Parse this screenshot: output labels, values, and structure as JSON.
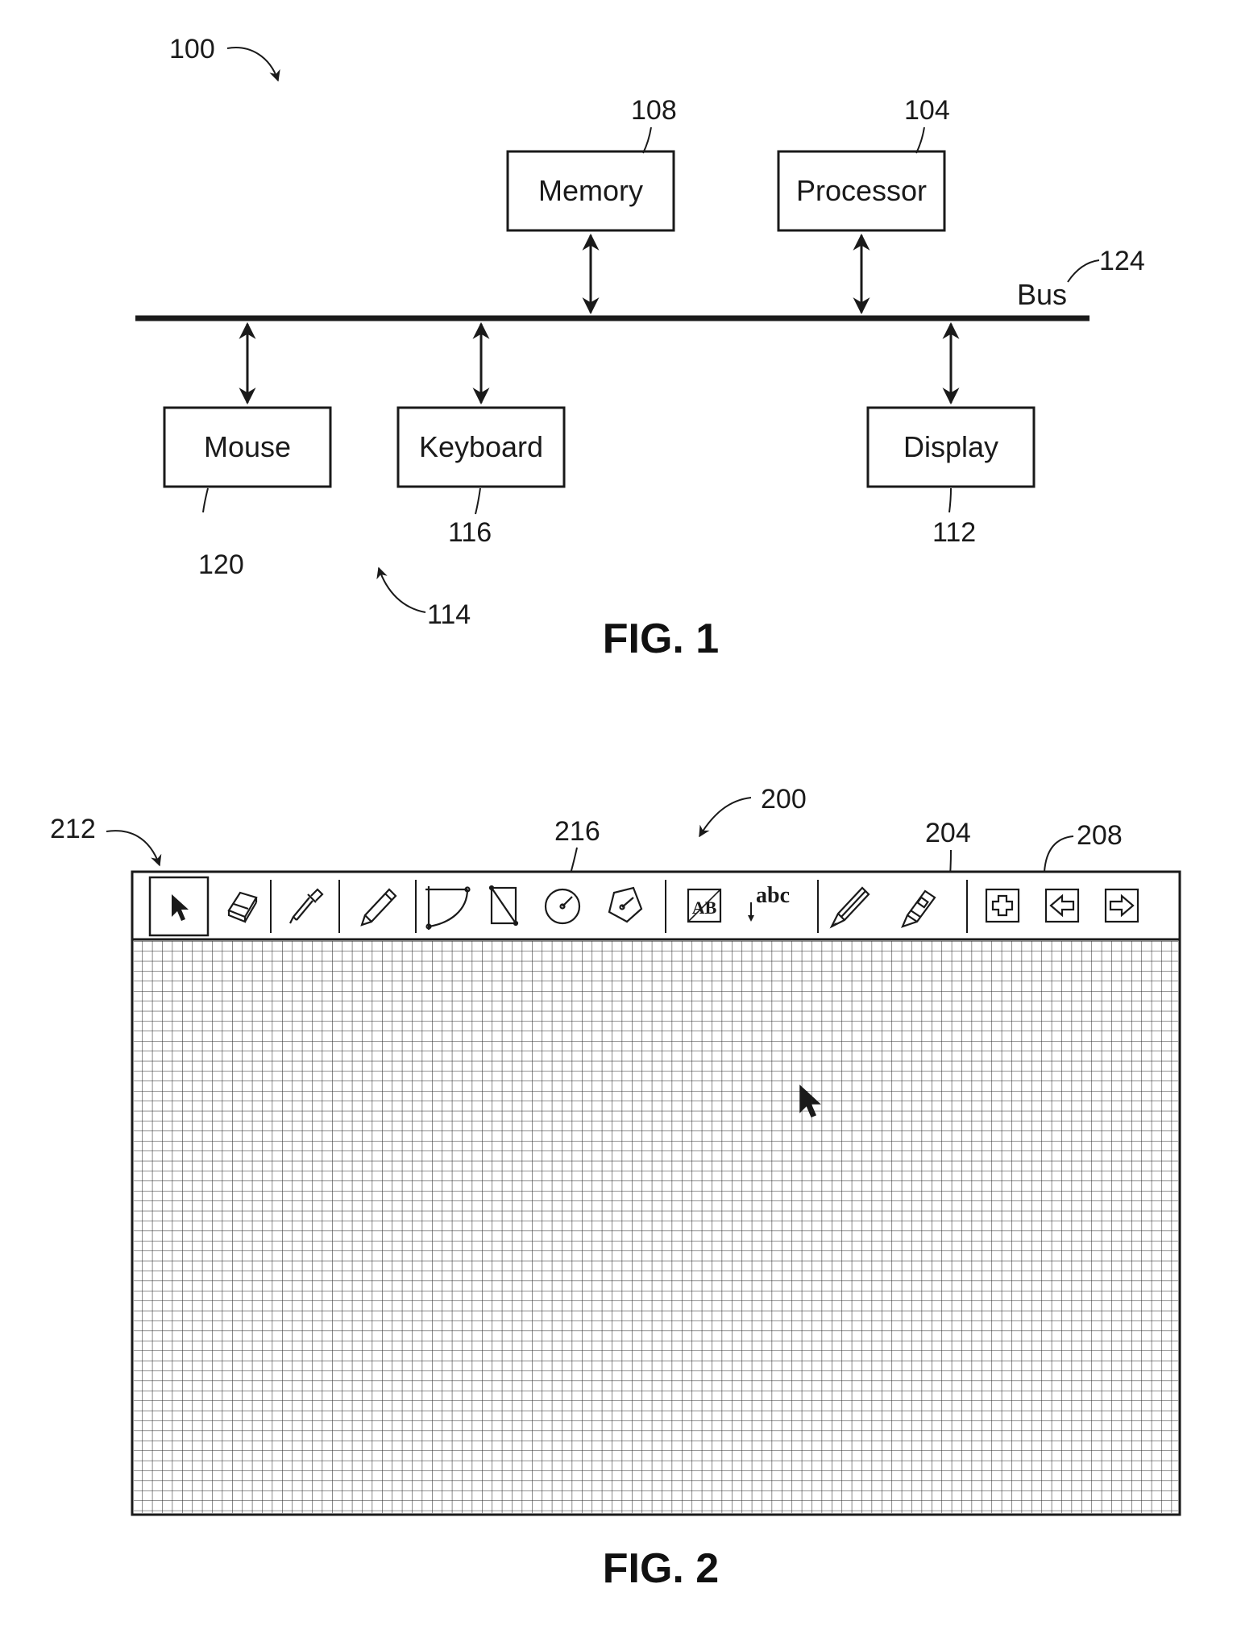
{
  "fig1": {
    "title": "FIG. 1",
    "system_ref": "100",
    "bus": {
      "label": "Bus",
      "ref": "124"
    },
    "boxes": {
      "memory": {
        "label": "Memory",
        "ref": "108"
      },
      "processor": {
        "label": "Processor",
        "ref": "104"
      },
      "mouse": {
        "label": "Mouse",
        "ref": "120"
      },
      "keyboard": {
        "label": "Keyboard",
        "ref": "116"
      },
      "display": {
        "label": "Display",
        "ref": "112"
      }
    },
    "input_devices_ref": "114"
  },
  "fig2": {
    "title": "FIG. 2",
    "interface_ref": "200",
    "toolbar_ref": "212",
    "shape_tools_ref": "216",
    "cursor_ref": "204",
    "navigation_ref": "208",
    "toolbar": {
      "tools": [
        {
          "id": "select",
          "icon": "arrow-pointer-icon"
        },
        {
          "id": "eraser",
          "icon": "eraser-icon"
        },
        {
          "id": "eyedropper",
          "icon": "eyedropper-icon"
        },
        {
          "id": "pencil",
          "icon": "pencil-icon"
        },
        {
          "id": "arc",
          "icon": "arc-icon"
        },
        {
          "id": "rectangle",
          "icon": "rectangle-icon"
        },
        {
          "id": "circle",
          "icon": "circle-icon"
        },
        {
          "id": "polygon",
          "icon": "polygon-icon"
        },
        {
          "id": "text-box",
          "icon": "text-box-icon",
          "text": "AB"
        },
        {
          "id": "text-insert",
          "icon": "text-insert-icon",
          "text": "abc"
        },
        {
          "id": "pen",
          "icon": "pen-nib-icon"
        },
        {
          "id": "highlighter",
          "icon": "highlighter-icon"
        },
        {
          "id": "add-page",
          "icon": "add-page-icon"
        },
        {
          "id": "prev-page",
          "icon": "left-arrow-icon"
        },
        {
          "id": "next-page",
          "icon": "right-arrow-icon"
        }
      ]
    }
  }
}
